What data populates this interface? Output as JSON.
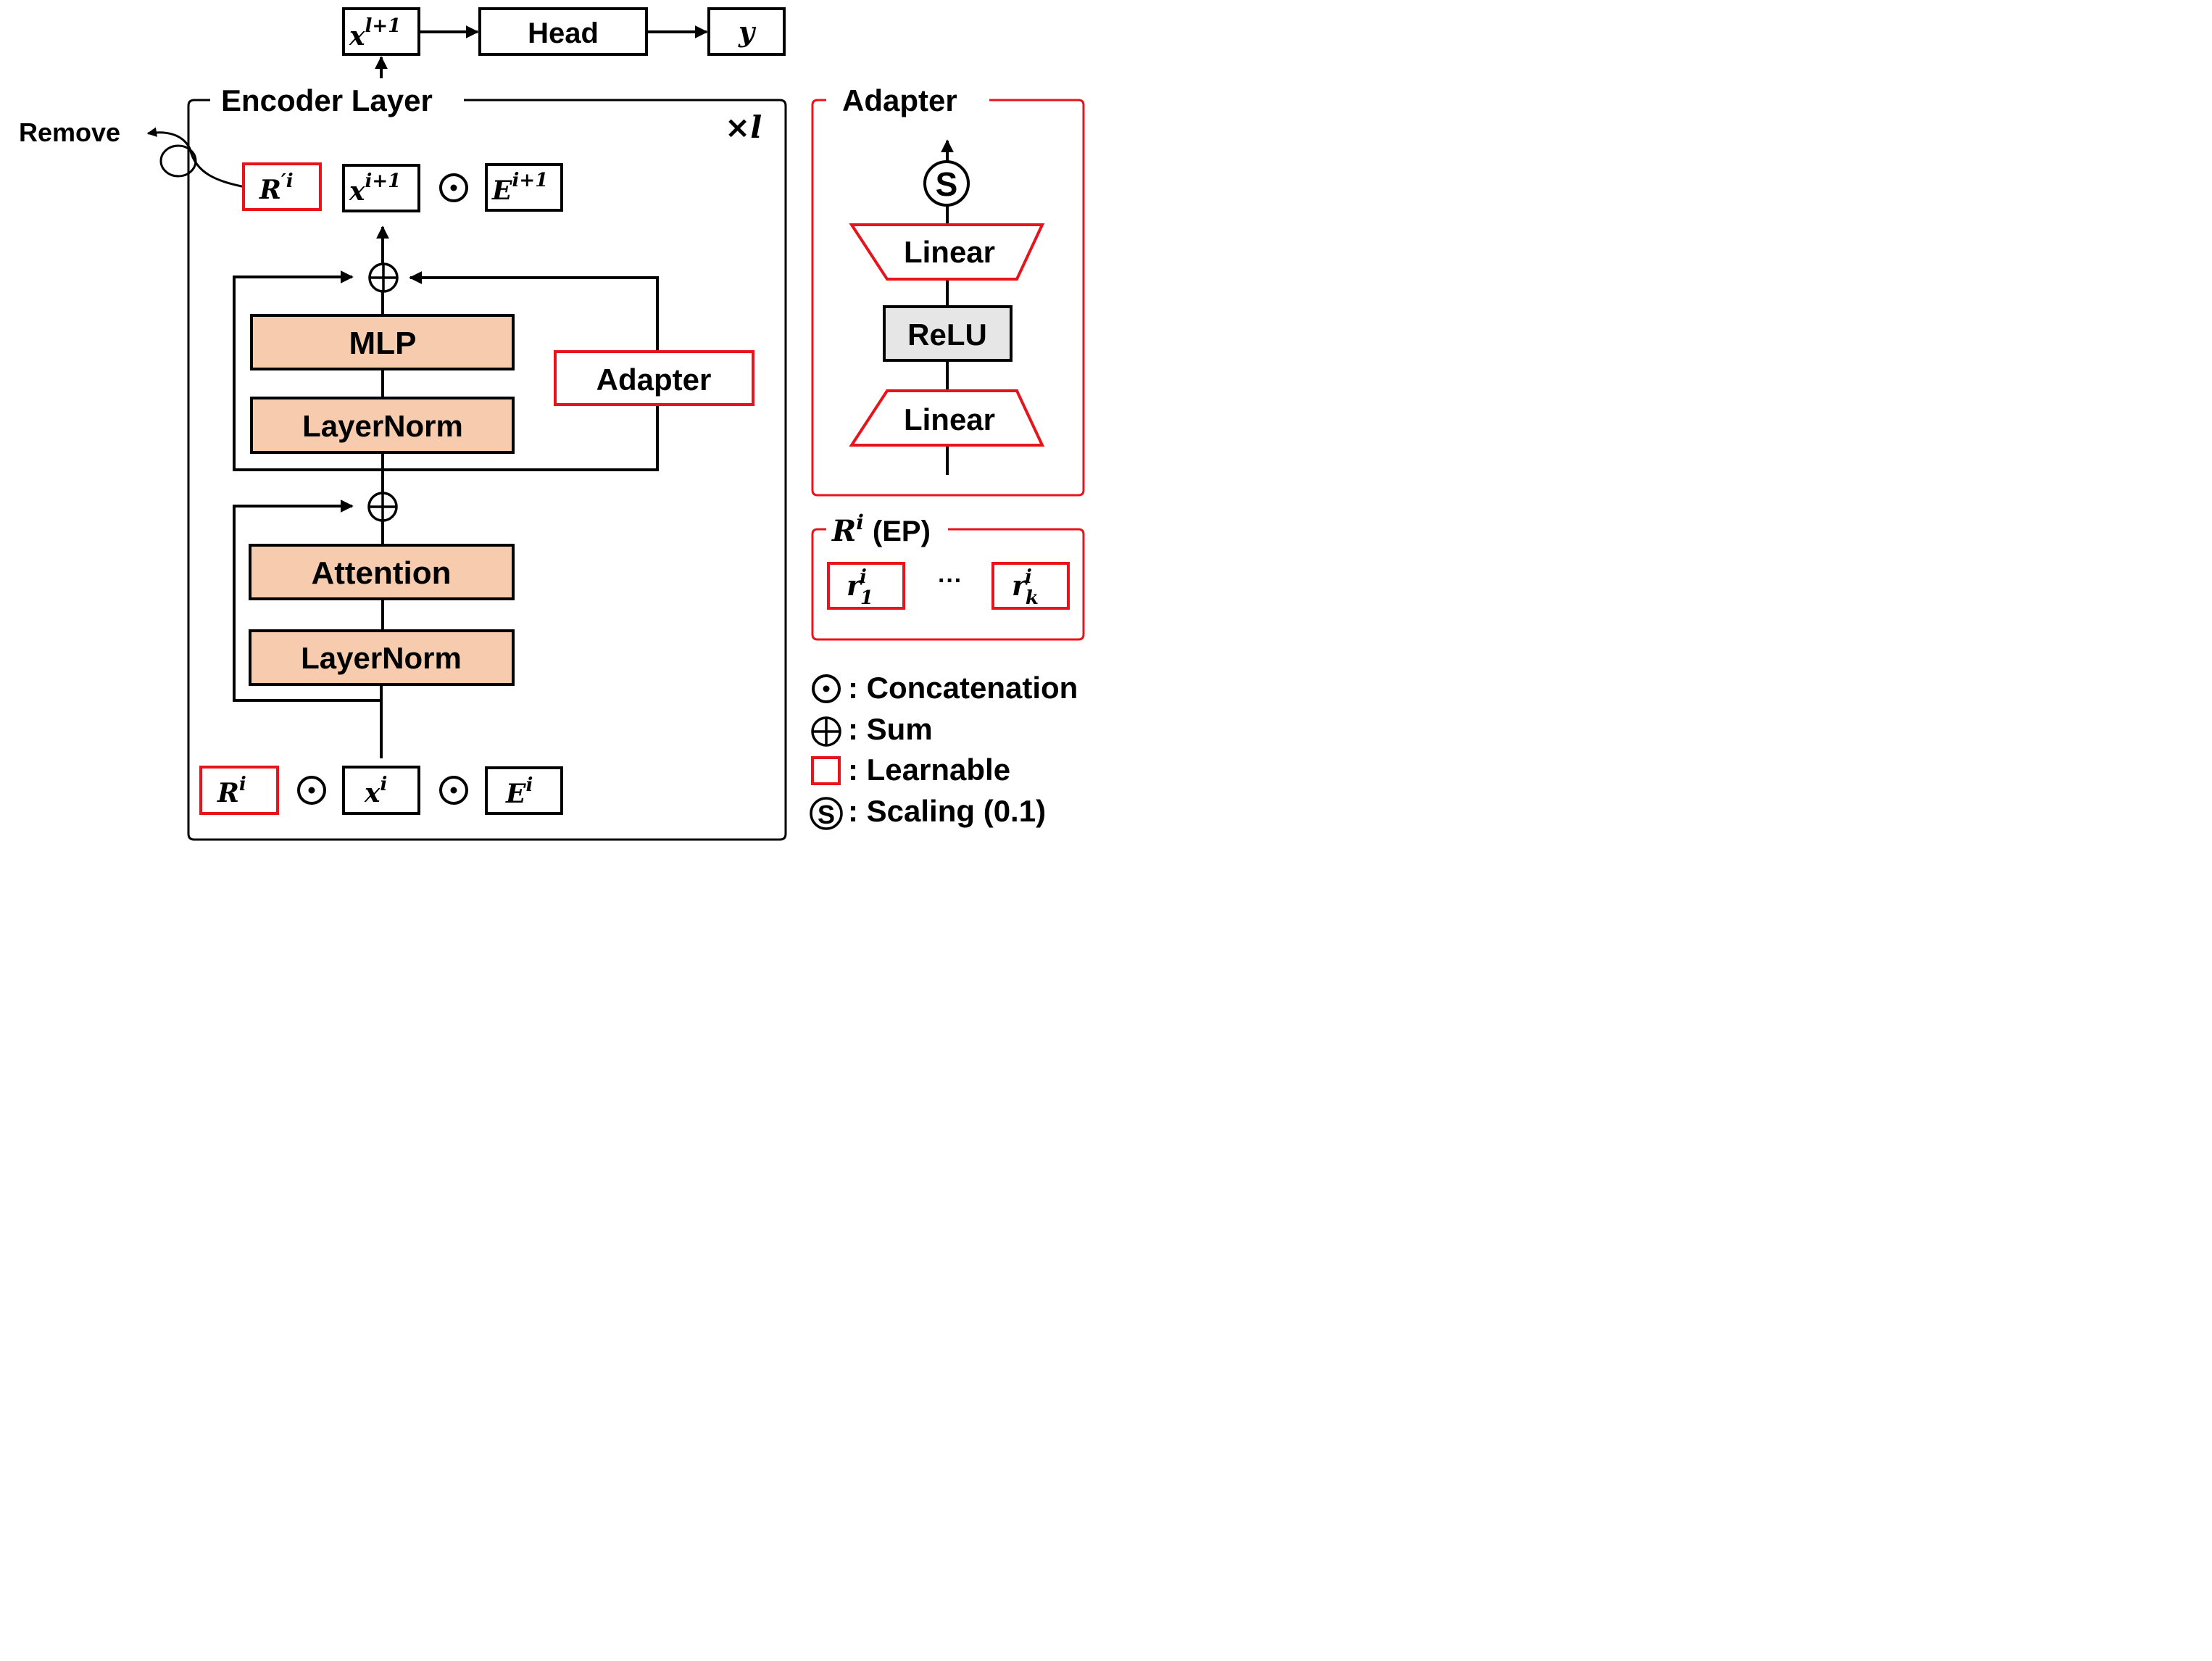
{
  "colors": {
    "learnable": "#e8141b",
    "block_fill": "#f7cbad",
    "relu_fill": "#e6e6e6",
    "stroke": "#000000"
  },
  "top": {
    "x_next_base": "x",
    "x_next_sup": "l+1",
    "head_label": "Head",
    "y_label": "y"
  },
  "encoder": {
    "title": "Encoder Layer",
    "repeat_symbol": "×",
    "repeat_var": "l",
    "remove_label": "Remove",
    "r_prime_base": "R",
    "r_prime_sup": "′i",
    "x_out_base": "x",
    "x_out_sup": "i+1",
    "e_out_base": "E",
    "e_out_sup": "i+1",
    "mlp_label": "MLP",
    "layernorm_top_label": "LayerNorm",
    "adapter_label": "Adapter",
    "attention_label": "Attention",
    "layernorm_bottom_label": "LayerNorm",
    "r_in_base": "R",
    "r_in_sup": "i",
    "x_in_base": "x",
    "x_in_sup": "i",
    "e_in_base": "E",
    "e_in_sup": "i"
  },
  "adapter_panel": {
    "title": "Adapter",
    "scaling_symbol": "S",
    "linear_top_label": "Linear",
    "relu_label": "ReLU",
    "linear_bottom_label": "Linear"
  },
  "ep_panel": {
    "title_base": "R",
    "title_sup": "i",
    "title_suffix": "(EP)",
    "r1_base": "r",
    "r1_sup": "i",
    "r1_sub": "1",
    "ellipsis": "···",
    "rk_base": "r",
    "rk_sup": "i",
    "rk_sub": "k"
  },
  "legend": {
    "concat_label": ": Concatenation",
    "sum_label": ": Sum",
    "learnable_label": ": Learnable",
    "scaling_symbol": "S",
    "scaling_label": ": Scaling (0.1)"
  }
}
